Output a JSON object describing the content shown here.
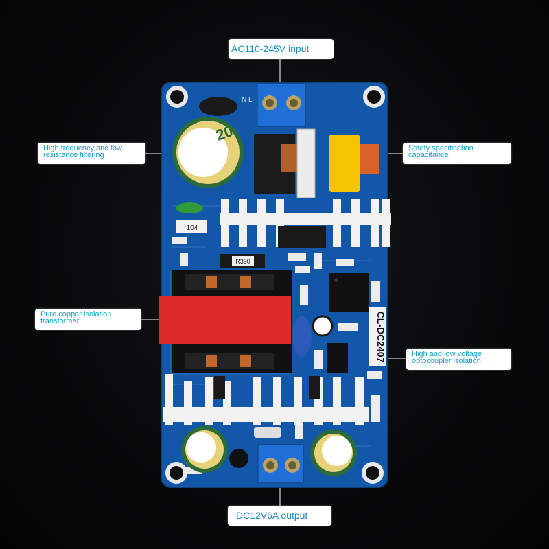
{
  "labels": {
    "ac_input": "AC110-245V input",
    "dc_output": "DC12V6A output",
    "filtering_line1": "High frequency and low",
    "filtering_line2": "resistance filtering",
    "safety_line1": "Safety specification",
    "safety_line2": "capacitance",
    "transformer_line1": "Pure copper isolation",
    "transformer_line2": "transformer",
    "opto_line1": "High and low voltage",
    "opto_line2": "optocoupler isolation"
  },
  "board_markings": {
    "model": "CL-DC2407",
    "resistor_code": "R390",
    "capacitor_code": "104",
    "terminal_text": "N   L",
    "electrolytic_mark": "20"
  },
  "colors": {
    "pcb_blue": "#1358a8",
    "transformer_red": "#e02b2b",
    "heatsink_white": "#f2f2f2",
    "safety_cap_yellow": "#f5c400",
    "label_text": "#1aa3c9",
    "background": "#050607"
  }
}
